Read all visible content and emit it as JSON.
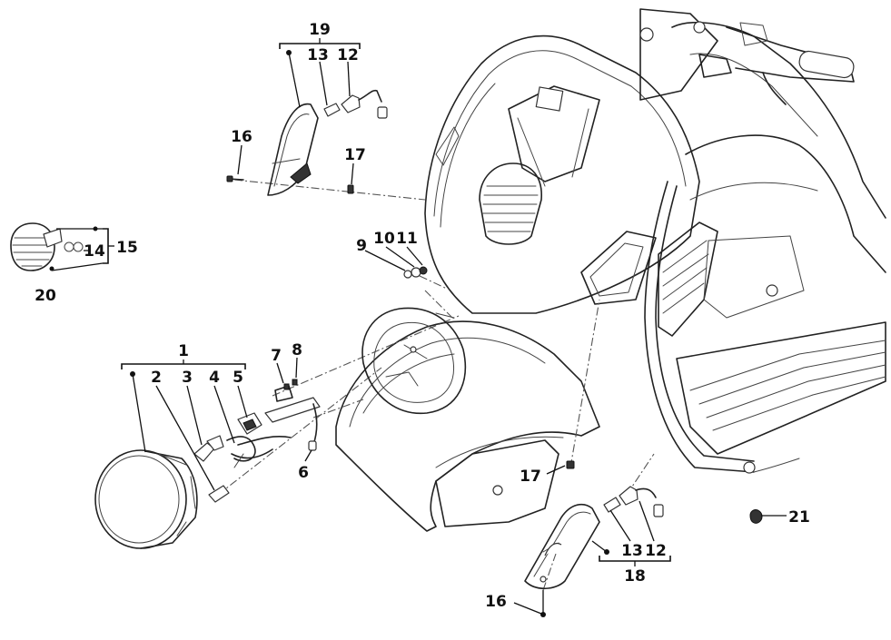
{
  "diagram": {
    "labels": {
      "n1": "1",
      "n2": "2",
      "n3": "3",
      "n4": "4",
      "n5": "5",
      "n6": "6",
      "n7": "7",
      "n8": "8",
      "n9": "9",
      "n10": "10",
      "n11": "11",
      "n12_top": "12",
      "n12_bottom": "12",
      "n13_top": "13",
      "n13_bottom": "13",
      "n14": "14",
      "n15": "15",
      "n16_top": "16",
      "n16_bottom": "16",
      "n17_top": "17",
      "n17_bottom": "17",
      "n18": "18",
      "n19": "19",
      "n20": "20",
      "n21": "21"
    }
  }
}
